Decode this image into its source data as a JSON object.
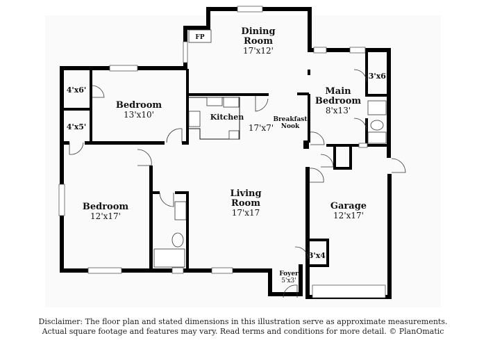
{
  "rooms": {
    "dining": {
      "name_line1": "Dining",
      "name_line2": "Room",
      "dims": "17'x12'"
    },
    "fireplace": {
      "name": "FP"
    },
    "closet_main": {
      "dims": "3'x6'"
    },
    "main_bedroom": {
      "name_line1": "Main",
      "name_line2": "Bedroom",
      "dims": "8'x13'"
    },
    "closet_a": {
      "dims": "4'x6'"
    },
    "closet_b": {
      "dims": "4'x5'"
    },
    "bedroom_1": {
      "name": "Bedroom",
      "dims": "13'x10'"
    },
    "kitchen": {
      "name": "Kitchen",
      "dims": "17'x7'"
    },
    "breakfast_nook": {
      "name_line1": "Breakfast",
      "name_line2": "Nook"
    },
    "bedroom_2": {
      "name": "Bedroom",
      "dims": "12'x17'"
    },
    "living_room": {
      "name_line1": "Living",
      "name_line2": "Room",
      "dims": "17'x17"
    },
    "garage": {
      "name": "Garage",
      "dims": "12'x17'"
    },
    "closet_garage": {
      "dims": "3'x4'"
    },
    "foyer": {
      "name": "Foyer",
      "dims": "5'x3'"
    }
  },
  "disclaimer": {
    "line1": "Disclaimer: The floor plan and stated dimensions in this illustration serve as approximate measurements.",
    "line2": "Actual square footage and features may vary. Read terms and conditions for more detail. © PlanOmatic"
  }
}
